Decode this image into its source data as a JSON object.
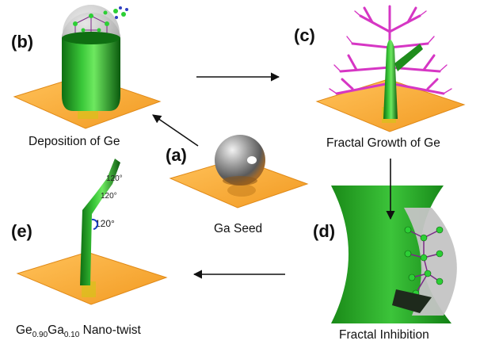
{
  "colors": {
    "plate": "#f7a530",
    "plate_edge": "#e08a18",
    "ge_green": "#22a61e",
    "ge_dark": "#0d5c0f",
    "fractal": "#d636c4",
    "atom_green": "#2ccf35",
    "bond": "#7a2a86",
    "sphere_grey": "#b8b8b8"
  },
  "panels": {
    "a": {
      "letter": "(a)",
      "caption": "Ga Seed"
    },
    "b": {
      "letter": "(b)",
      "caption": "Deposition of Ge"
    },
    "c": {
      "letter": "(c)",
      "caption": "Fractal Growth of Ge"
    },
    "d": {
      "letter": "(d)",
      "caption": "Fractal Inhibition"
    },
    "e": {
      "letter": "(e)",
      "caption_parts": [
        "Ge",
        "0.90",
        "Ga",
        "0.10",
        " Nano-twist"
      ],
      "angle_labels": [
        "120°",
        "120°",
        "120°"
      ]
    }
  }
}
